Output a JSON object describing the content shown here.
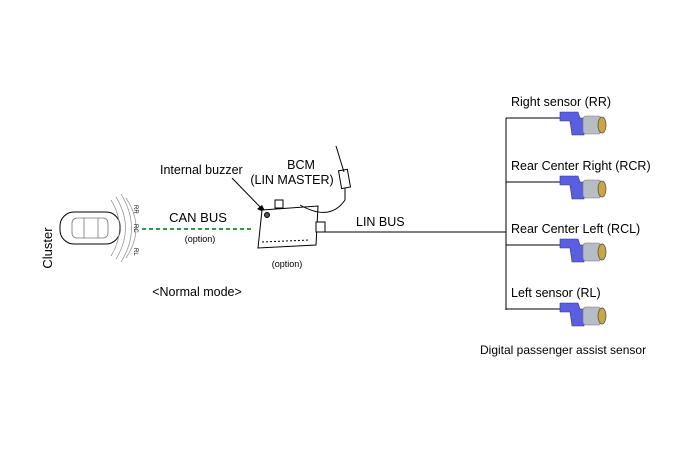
{
  "cluster": {
    "label": "Cluster",
    "zones": [
      "RR",
      "RC",
      "RL"
    ]
  },
  "can_bus": {
    "label": "CAN BUS",
    "note": "(option)",
    "color": "#2e9a4a"
  },
  "bcm": {
    "title": "BCM",
    "subtitle": "(LIN MASTER)",
    "note": "(option)",
    "buzzer_label": "Internal buzzer"
  },
  "lin_bus": {
    "label": "LIN BUS"
  },
  "mode_label": "<Normal mode>",
  "sensors": [
    {
      "label": "Right sensor (RR)"
    },
    {
      "label": "Rear Center Right (RCR)"
    },
    {
      "label": "Rear Center Left (RCL)"
    },
    {
      "label": "Left sensor (RL)"
    }
  ],
  "sensor_group_label": "Digital passenger assist sensor",
  "colors": {
    "sensor_body": "#5a5fe0",
    "sensor_cap": "#b8bcc4",
    "sensor_face": "#c8a640"
  }
}
